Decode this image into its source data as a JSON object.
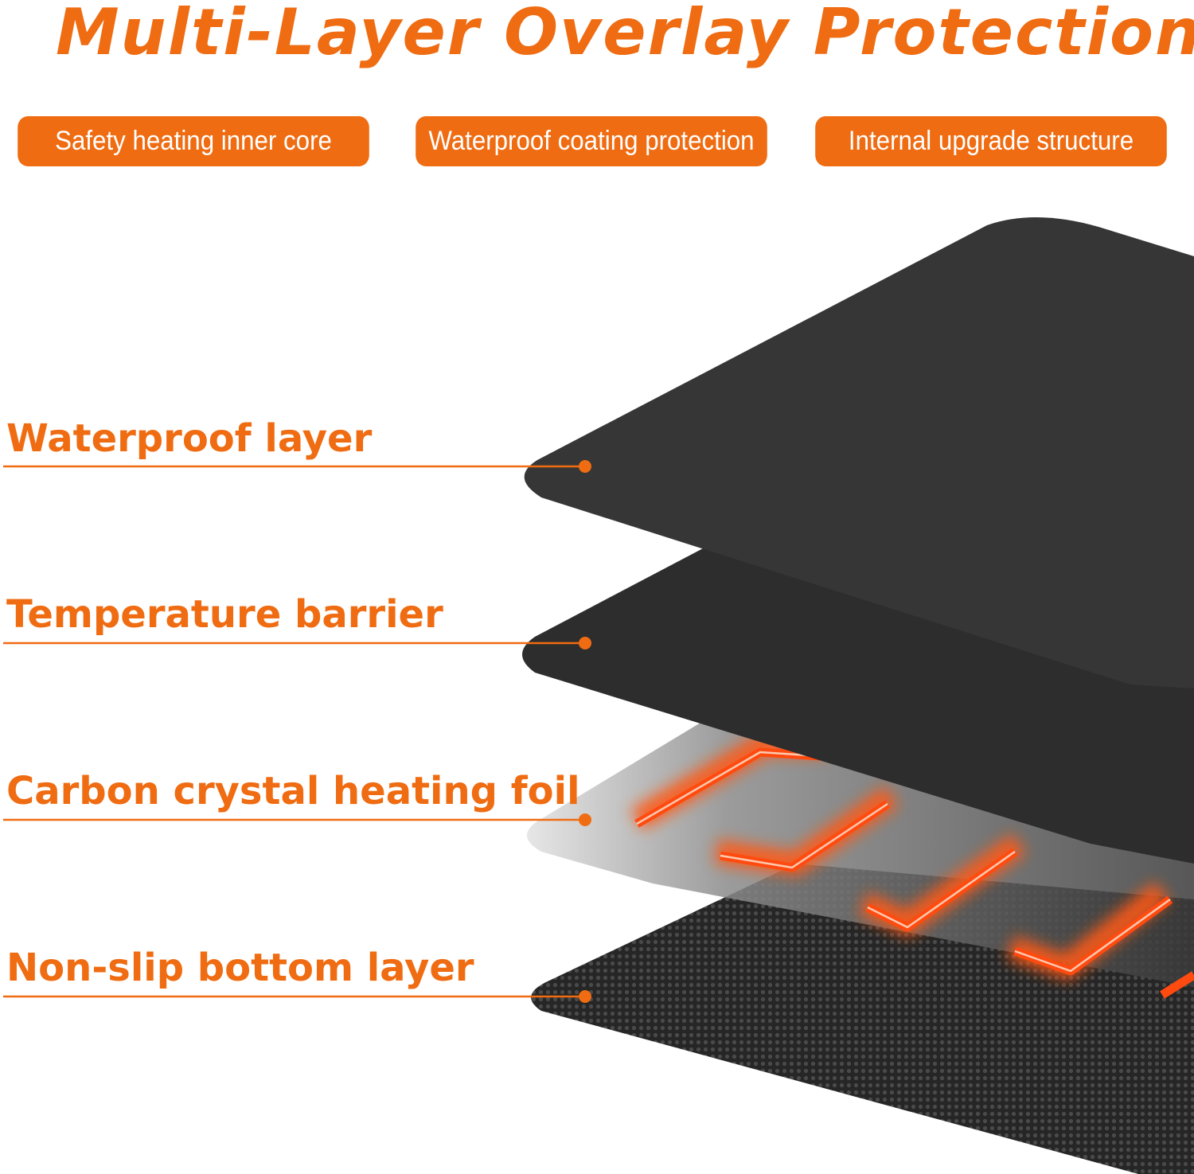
{
  "title": "Multi-Layer Overlay Protection",
  "features": [
    "Safety heating inner core",
    "Waterproof coating protection",
    "Internal upgrade structure"
  ],
  "layers": [
    "Waterproof layer",
    "Temperature barrier",
    "Carbon crystal heating foil",
    "Non-slip bottom layer"
  ],
  "colors": {
    "accent": "#ef6c12",
    "layer_dark": "#363636",
    "heating_glow": "#ff4a10"
  }
}
